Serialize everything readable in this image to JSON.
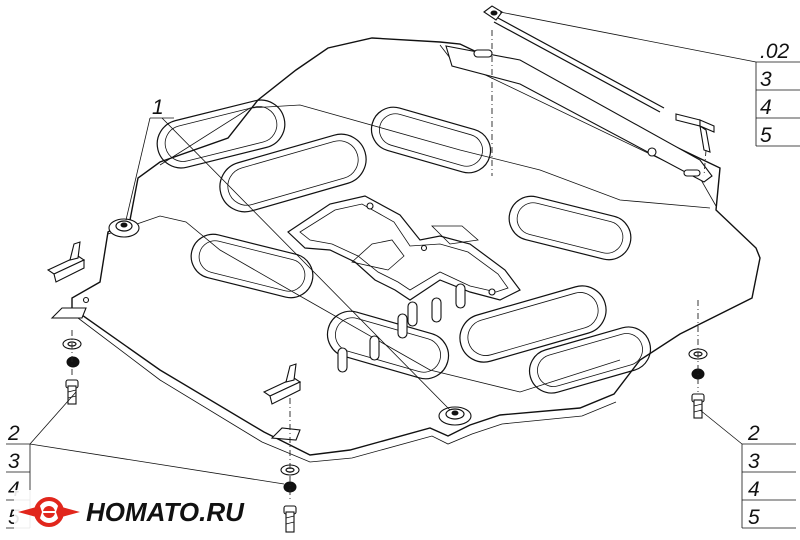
{
  "callouts": {
    "top_right": [
      ".02",
      "3",
      "4",
      "5"
    ],
    "left_top": "1",
    "bottom_left": [
      "2",
      "3",
      "4",
      "5"
    ],
    "bottom_right": [
      "2",
      "3",
      "4",
      "5"
    ]
  },
  "logo": {
    "text": "HOMATO.RU",
    "colors": {
      "ring": "#e1261c",
      "wing": "#e1261c",
      "text": "#111111"
    }
  }
}
